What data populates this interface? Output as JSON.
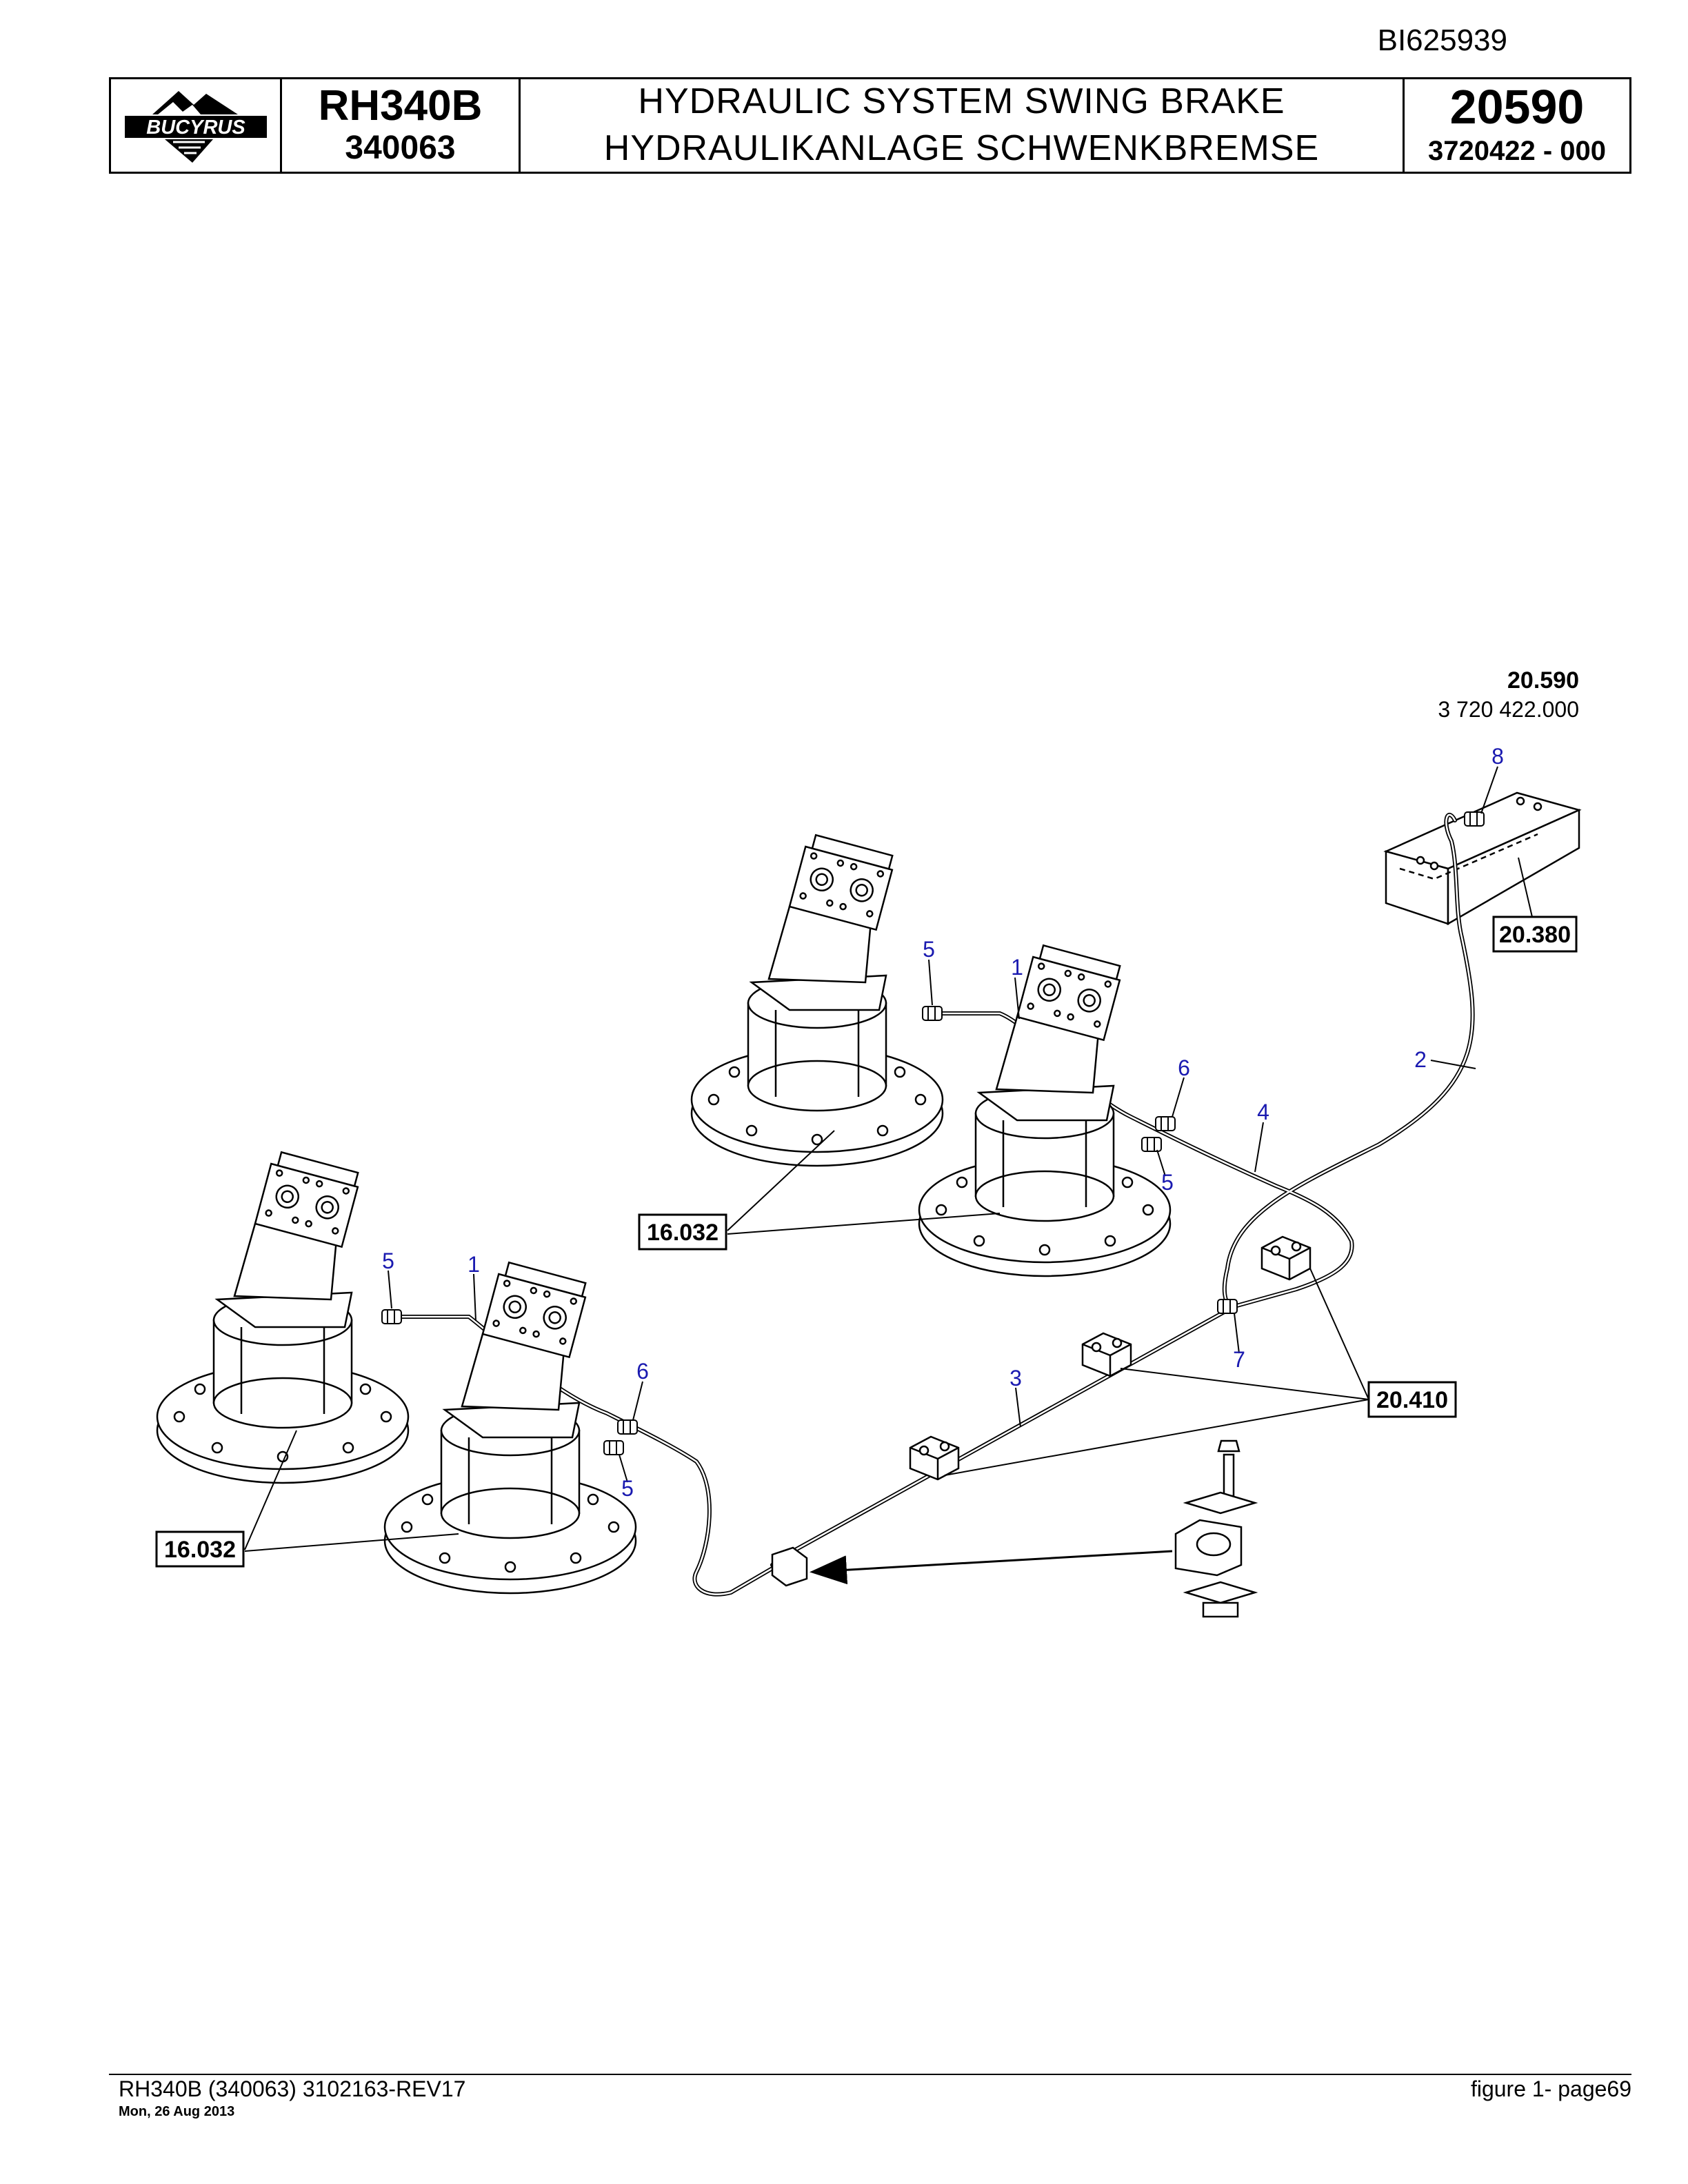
{
  "document_id": "BI625939",
  "header": {
    "logo_text": "BUCYRUS",
    "model": "RH340B",
    "serial": "340063",
    "title_en": "HYDRAULIC SYSTEM SWING BRAKE",
    "title_de": "HYDRAULIKANLAGE SCHWENKBREMSE",
    "group_number": "20590",
    "part_number": "3720422  - 000"
  },
  "diagram": {
    "assembly_label": "20.590",
    "assembly_part": "3 720 422.000",
    "callouts": {
      "c8": "8",
      "c2": "2",
      "c4": "4",
      "c7": "7",
      "c3": "3",
      "c5_upper_a": "5",
      "c1_upper": "1",
      "c6_upper": "6",
      "c5_upper_b": "5",
      "c5_lower_a": "5",
      "c1_lower": "1",
      "c6_lower": "6",
      "c5_lower_b": "5"
    },
    "references": {
      "ref_20380": "20.380",
      "ref_20410": "20.410",
      "ref_16032_upper": "16.032",
      "ref_16032_lower": "16.032"
    }
  },
  "footer": {
    "left": "RH340B (340063) 3102163-REV17",
    "date": "Mon, 26 Aug 2013",
    "right": "figure  1- page69"
  }
}
